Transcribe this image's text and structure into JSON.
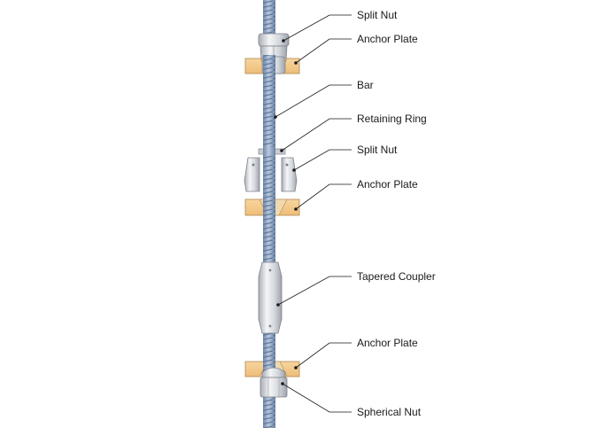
{
  "labels": {
    "split_nut_top": "Split Nut",
    "anchor_plate_top": "Anchor Plate",
    "bar": "Bar",
    "retaining_ring": "Retaining Ring",
    "split_nut_mid": "Split Nut",
    "anchor_plate_mid": "Anchor Plate",
    "tapered_coupler": "Tapered Coupler",
    "anchor_plate_bottom": "Anchor Plate",
    "spherical_nut": "Spherical Nut"
  },
  "colors": {
    "bar": "#8da4c4",
    "bar_thread": "#5f7898",
    "plate": "#f3c98a",
    "plate_edge": "#b08850",
    "steel": "#d9dce1",
    "steel_edge": "#7d828a",
    "leader": "#1a1a1a"
  }
}
